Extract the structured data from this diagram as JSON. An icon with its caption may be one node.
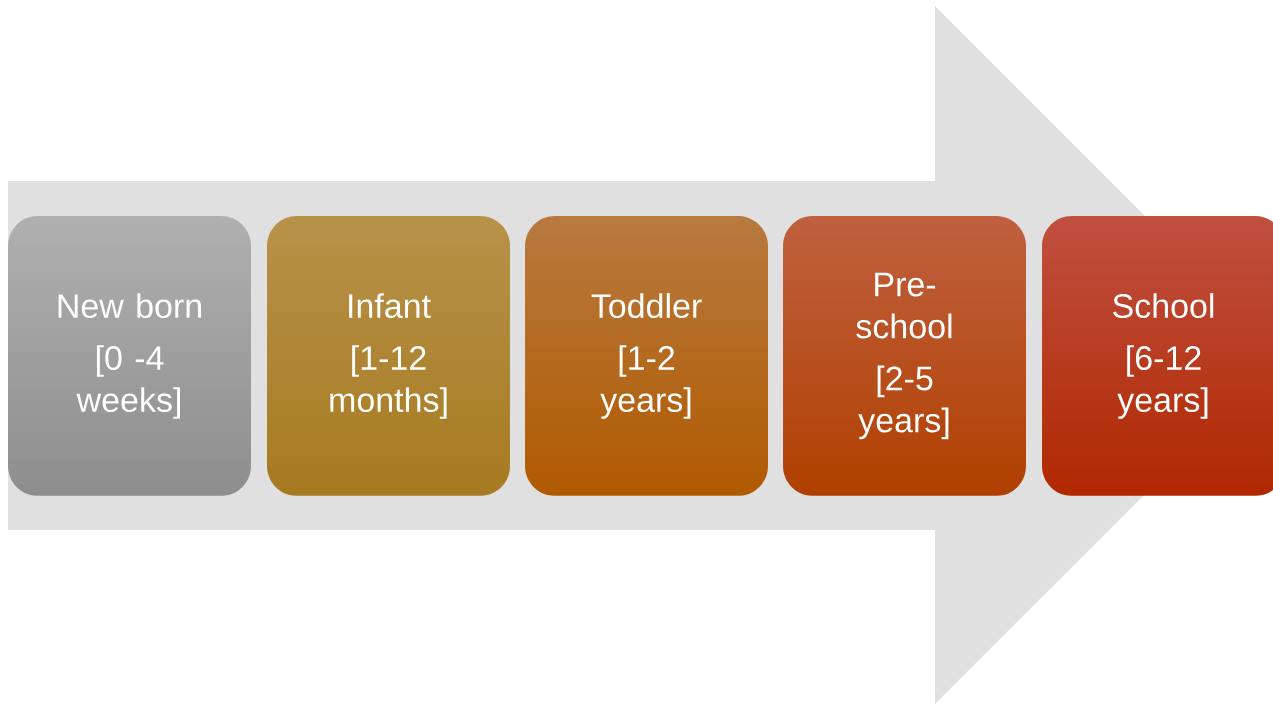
{
  "diagram": {
    "nodes": [
      {
        "text": [
          "New born",
          "[0 -4 weeks]"
        ]
      },
      {
        "text": [
          "Infant",
          "[1-12 months]"
        ]
      },
      {
        "text": [
          "Toddler",
          "[1-2 years]"
        ]
      },
      {
        "text": [
          "Pre-school",
          "[2-5 years]"
        ]
      },
      {
        "text": [
          "School",
          "[6-12 years]"
        ]
      }
    ]
  }
}
